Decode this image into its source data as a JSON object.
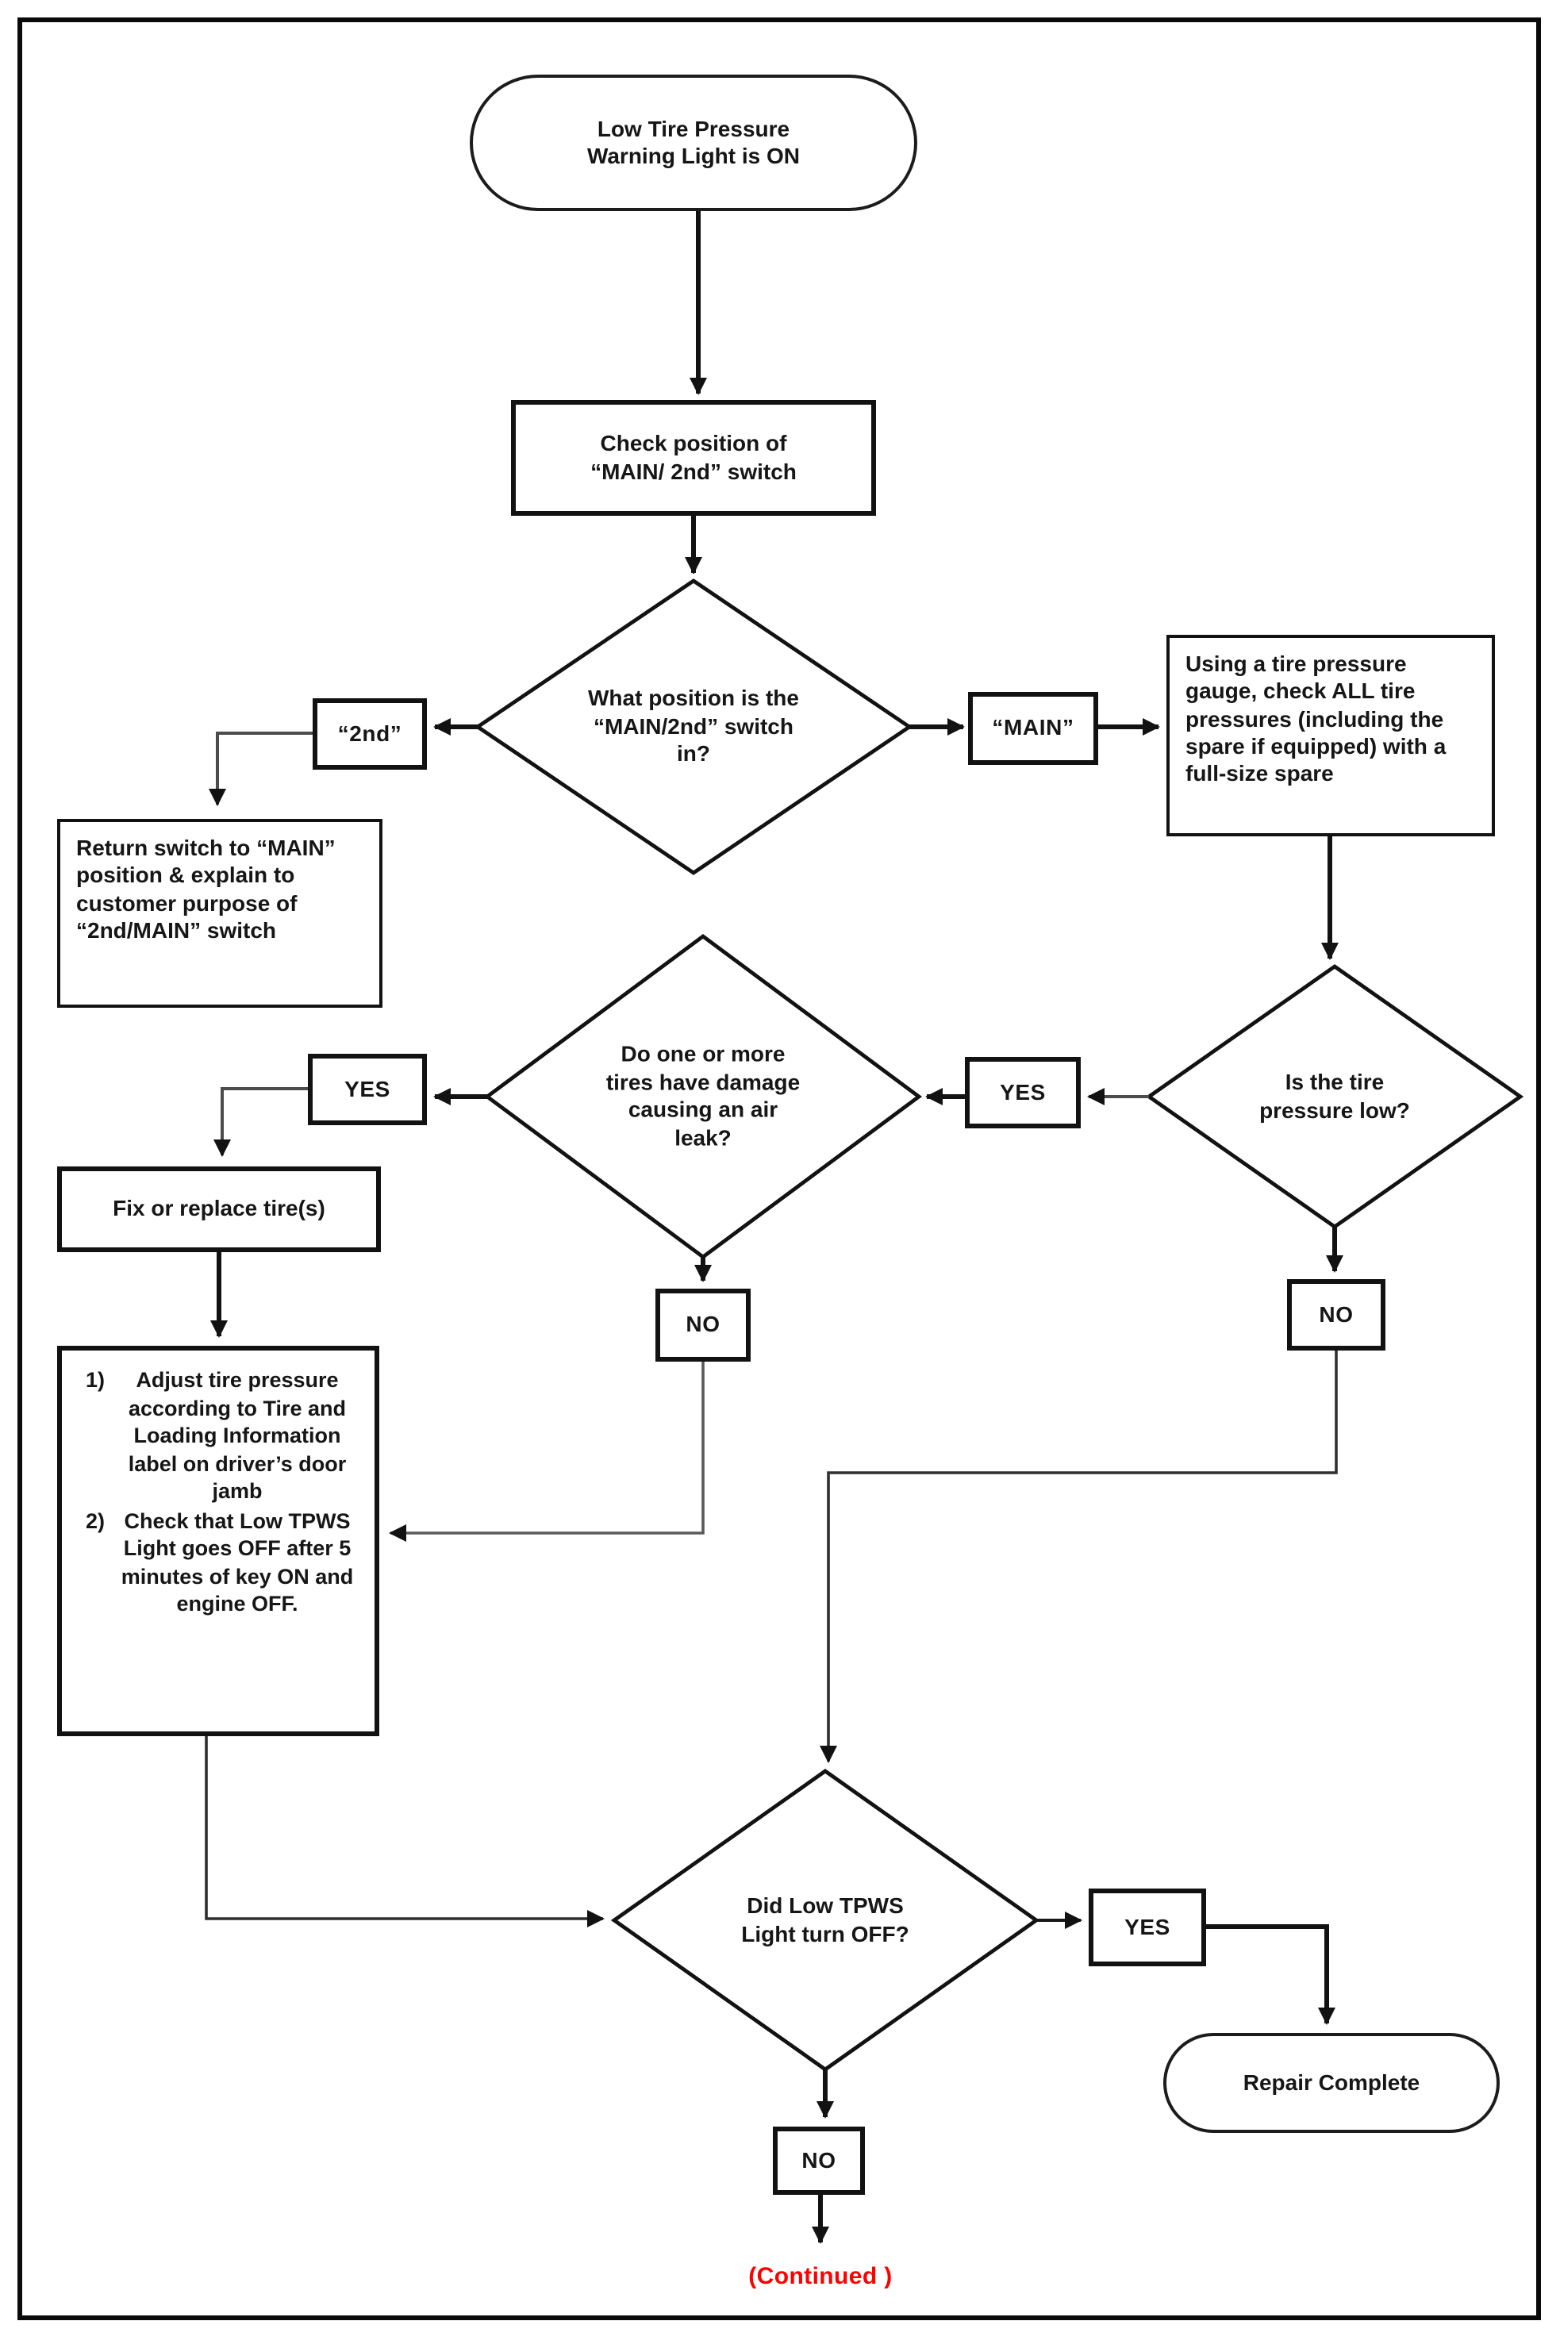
{
  "flowchart": {
    "start": "Low Tire Pressure Warning Light is ON",
    "check_switch": "Check position of “MAIN/ 2nd” switch",
    "switch_position_question": "What position is the “MAIN/2nd” switch in?",
    "branch_2nd": "“2nd”",
    "branch_main": "“MAIN”",
    "return_switch": "Return switch to “MAIN” position & explain to customer purpose of “2nd/MAIN” switch",
    "check_all_tires": "Using a tire pressure gauge, check ALL tire pressures (including the spare if equipped) with a full-size spare",
    "pressure_low_question": "Is the tire pressure low?",
    "damage_question": "Do one or more tires have damage causing an air leak?",
    "yes_pressure": "YES",
    "no_pressure": "NO",
    "yes_damage": "YES",
    "no_damage": "NO",
    "fix_replace": "Fix or replace tire(s)",
    "steps": {
      "num1": "1)",
      "body1": "Adjust tire pressure according to Tire and Loading Information label on driver’s door jamb",
      "num2": "2)",
      "body2": "Check that Low TPWS Light goes OFF after 5 minutes of key ON and engine OFF."
    },
    "tpws_question": "Did Low TPWS Light turn OFF?",
    "yes_tpws": "YES",
    "no_tpws": "NO",
    "repair_complete": "Repair Complete",
    "continued": "(Continued )"
  },
  "colors": {
    "ink": "#121212",
    "continued_red": "#ff0000"
  }
}
